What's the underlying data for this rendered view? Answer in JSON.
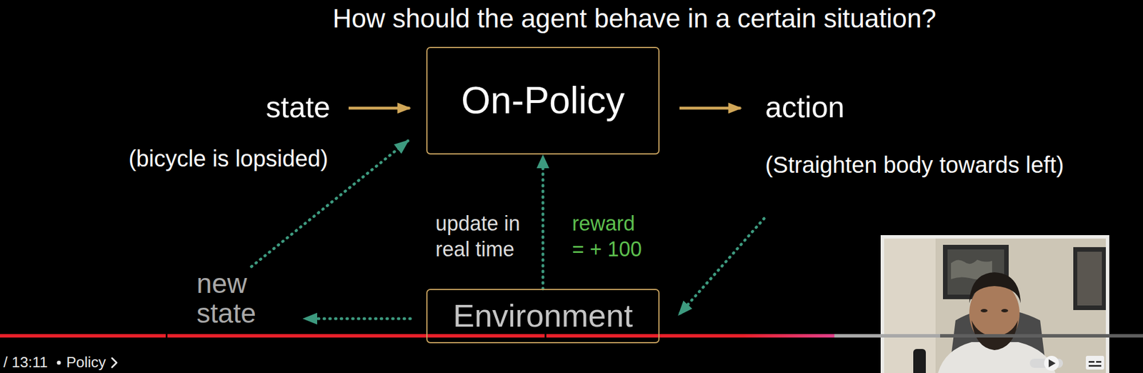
{
  "diagram": {
    "title": "How should the agent behave in a certain situation?",
    "nodes": [
      {
        "text": [
          "On-Policy"
        ]
      },
      {
        "text": [
          "Environment"
        ]
      }
    ],
    "edges": [
      {
        "from": 1,
        "to": 0,
        "arrow": "to"
      }
    ],
    "labels": [
      "state",
      "(bicycle is lopsided)",
      "action",
      "(Straighten body towards left)",
      "update in real time",
      "reward = + 100",
      "new state",
      "/ 13:11",
      "Policy"
    ]
  }
}
